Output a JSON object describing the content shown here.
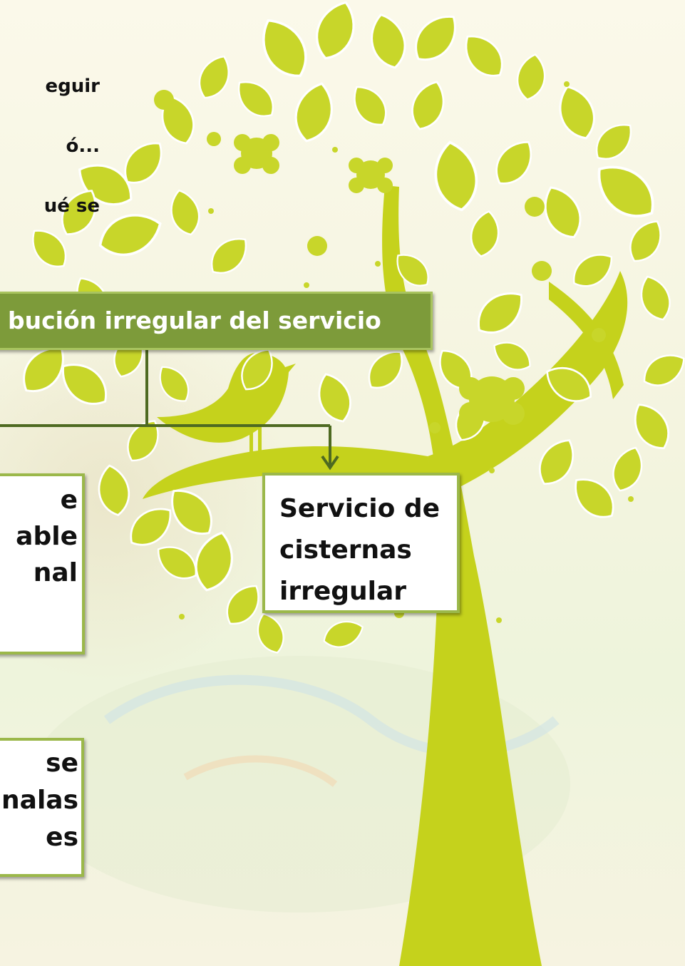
{
  "intro_lines": [
    "eguir",
    "ó...",
    "ué se"
  ],
  "main_box": "bución irregular del servicio",
  "left_box_1": [
    "e",
    "able",
    "nal"
  ],
  "cisternas_box": [
    "Servicio de",
    "cisternas",
    "irregular"
  ],
  "left_box_2": [
    "se",
    "nalas",
    "es"
  ],
  "colors": {
    "leaf_green": "#c8d62a",
    "trunk_green": "#c5d21c",
    "main_box_fill": "#7d9b3a",
    "box_border": "#9bb84a",
    "connector": "#4e6a21"
  }
}
